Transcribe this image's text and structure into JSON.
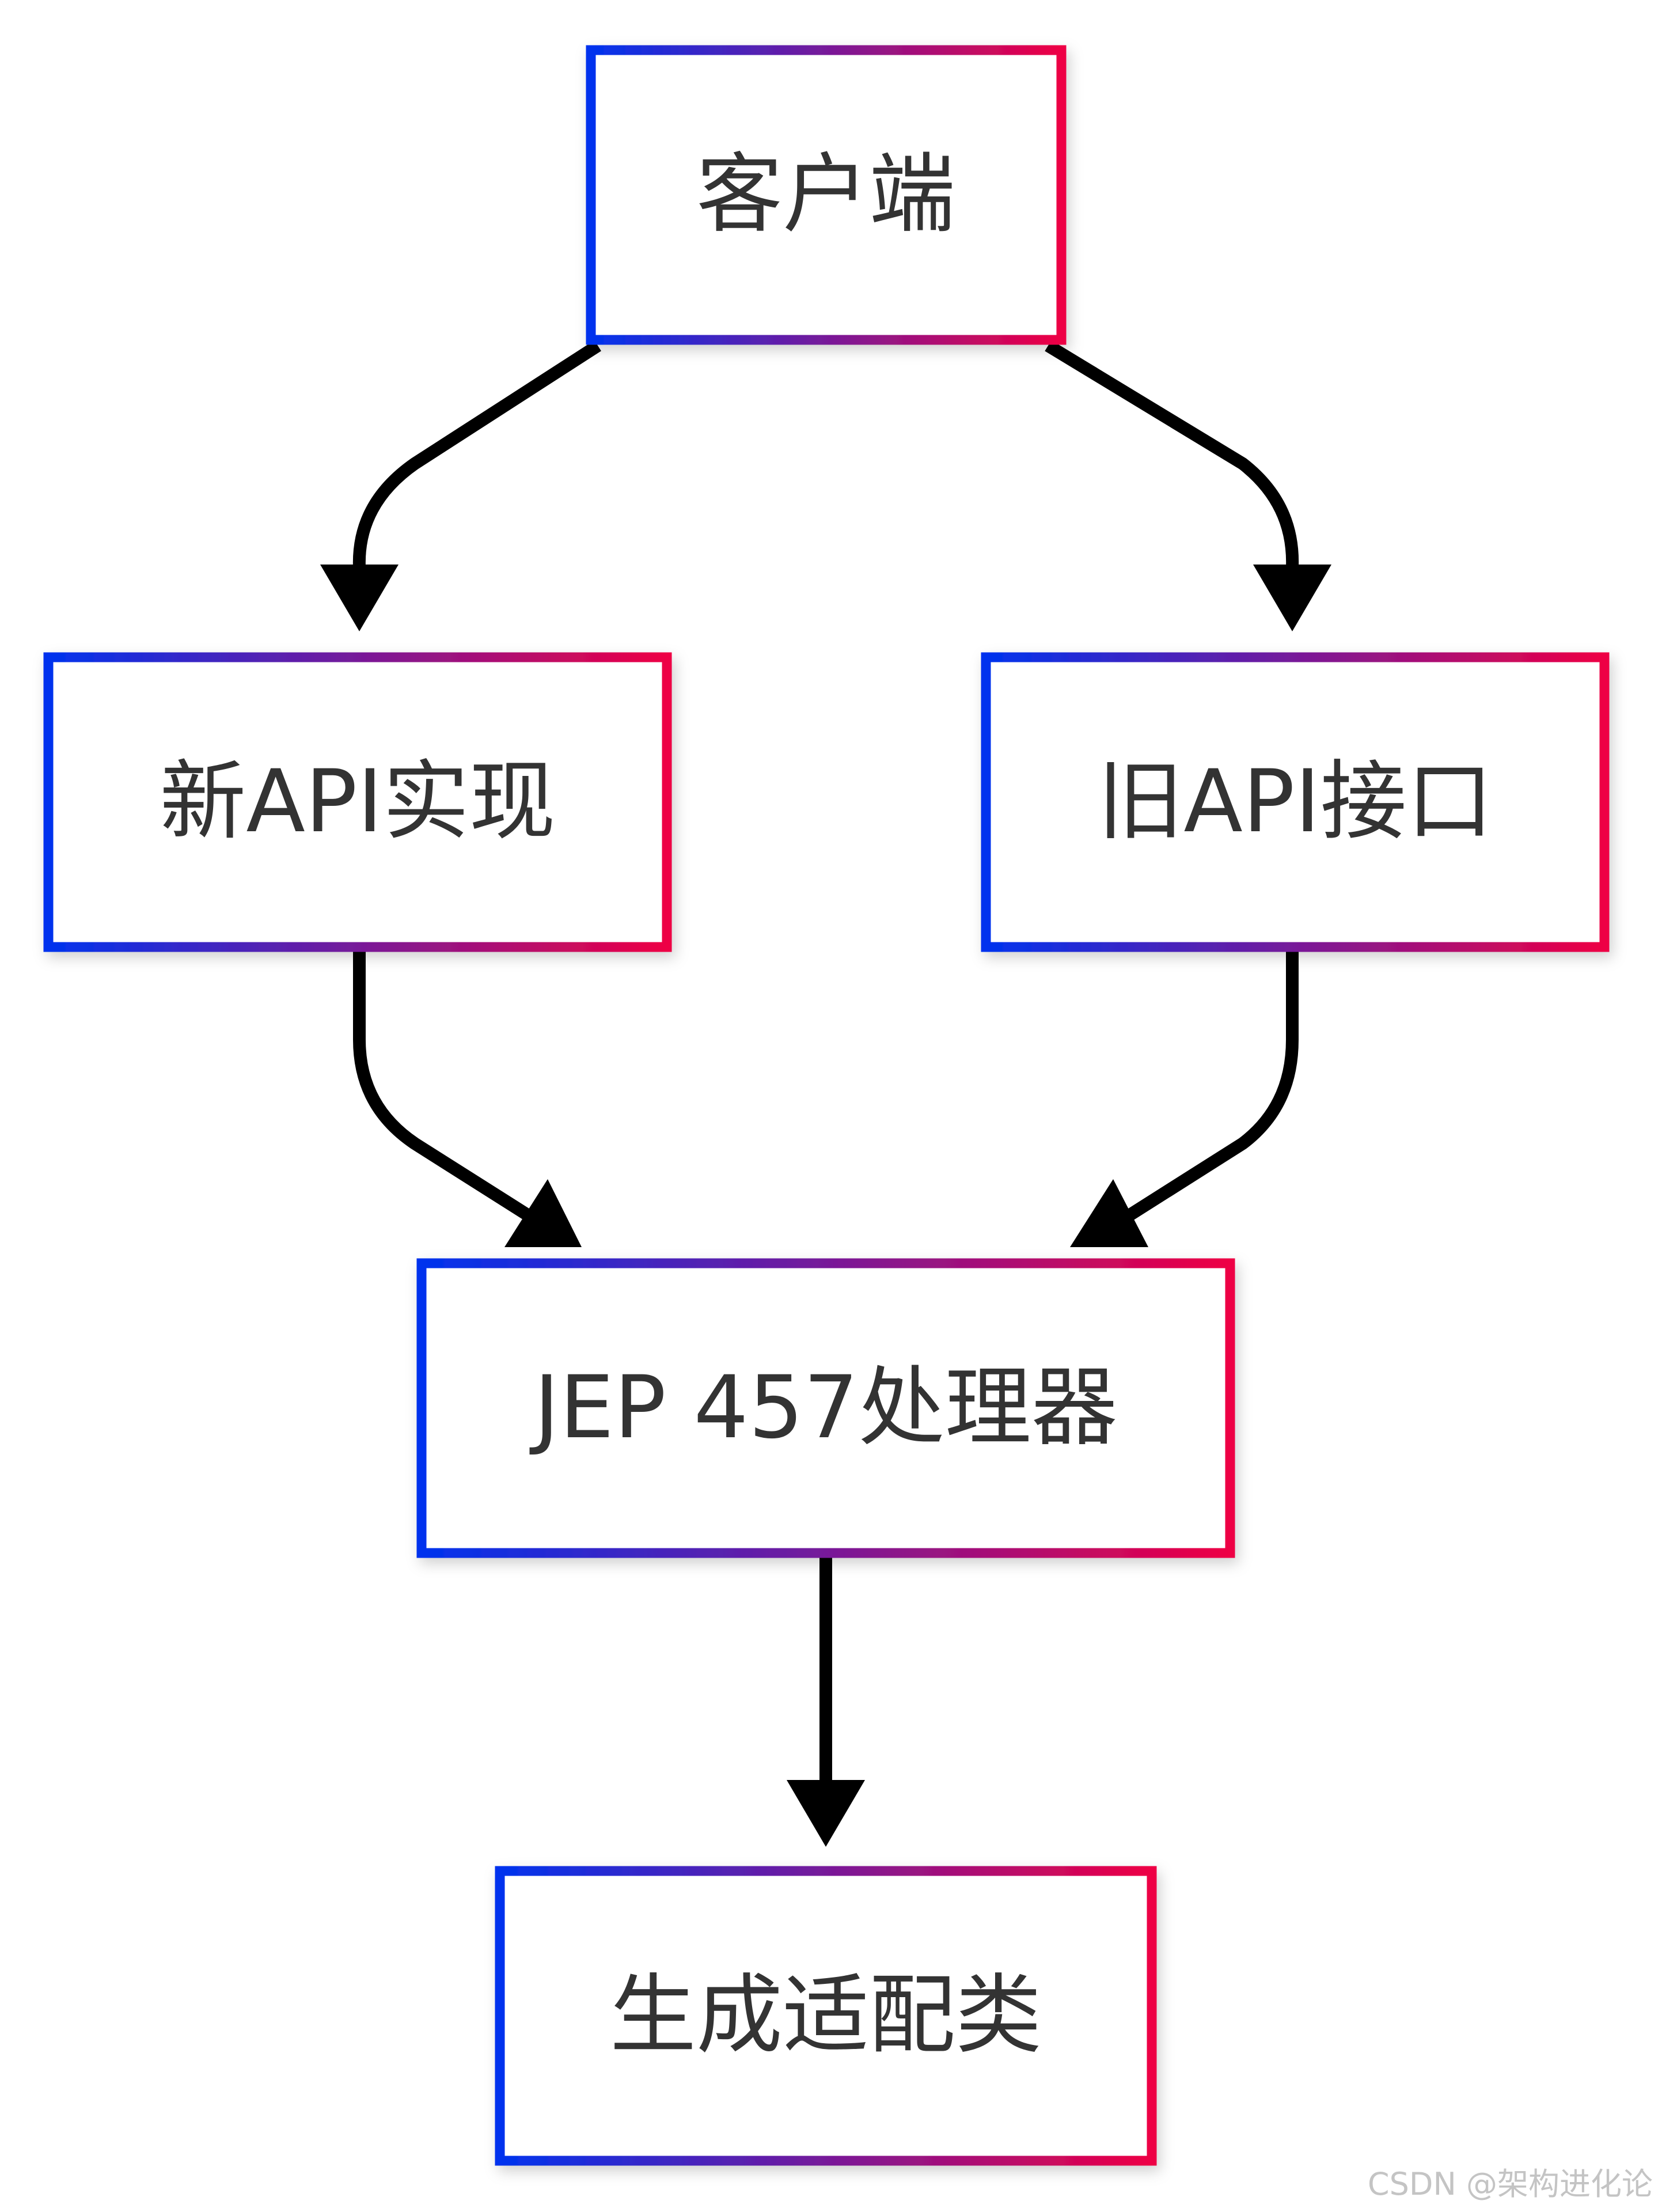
{
  "diagram": {
    "nodes": [
      {
        "id": "client",
        "label": "客户端"
      },
      {
        "id": "new_api",
        "label": "新API实现"
      },
      {
        "id": "old_api",
        "label": "旧API接口"
      },
      {
        "id": "jep_processor",
        "label": "JEP 457处理器"
      },
      {
        "id": "adapter",
        "label": "生成适配类"
      }
    ],
    "edges": [
      {
        "from": "client",
        "to": "new_api"
      },
      {
        "from": "client",
        "to": "old_api"
      },
      {
        "from": "new_api",
        "to": "jep_processor"
      },
      {
        "from": "old_api",
        "to": "jep_processor"
      },
      {
        "from": "jep_processor",
        "to": "adapter"
      }
    ],
    "colors": {
      "border_start": "#0033ee",
      "border_end": "#ee0044",
      "edge": "#000000",
      "text": "#333333",
      "shadow": "#cccccc"
    }
  },
  "watermark": "CSDN @架构进化论"
}
